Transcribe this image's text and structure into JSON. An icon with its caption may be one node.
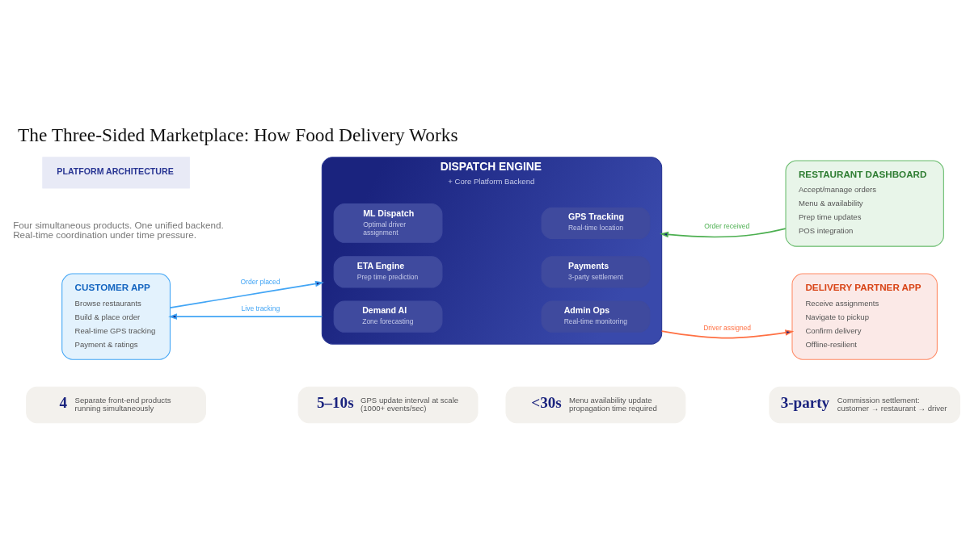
{
  "diagram": {
    "title": "The Three-Sided Marketplace: How Food Delivery Works",
    "nodes": [
      {
        "text": [
          "PLATFORM ARCHITECTURE"
        ]
      },
      {
        "text": [
          "CUSTOMER APP",
          "Browse restaurants",
          "Build & place order",
          "Real-time GPS tracking",
          "Payment & ratings"
        ]
      },
      {
        "text": [
          "DISPATCH ENGINE",
          "+ Core Platform Backend"
        ]
      },
      {
        "text": [
          "ML Dispatch",
          "Optimal driver assignment"
        ],
        "in": 2
      },
      {
        "text": [
          "GPS Tracking",
          "Real-time location"
        ],
        "in": 2
      },
      {
        "text": [
          "ETA Engine",
          "Prep time prediction"
        ],
        "in": 2
      },
      {
        "text": [
          "Payments",
          "3-party settlement"
        ],
        "in": 2
      },
      {
        "text": [
          "Demand AI",
          "Zone forecasting"
        ],
        "in": 2
      },
      {
        "text": [
          "Admin Ops",
          "Real-time monitoring"
        ],
        "in": 2
      },
      {
        "text": [
          "RESTAURANT DASHBOARD",
          "Accept/manage orders",
          "Menu & availability",
          "Prep time updates",
          "POS integration"
        ]
      },
      {
        "text": [
          "DELIVERY PARTNER APP",
          "Receive assignments",
          "Navigate to pickup",
          "Confirm delivery",
          "Offline-resilient"
        ]
      },
      {
        "text": [
          "4",
          "Separate front-end products running simultaneously"
        ]
      },
      {
        "text": [
          "5–10s",
          "GPS update interval at scale (1000+ events/sec)"
        ]
      },
      {
        "text": [
          "<30s",
          "Menu availability update propagation time required"
        ]
      },
      {
        "text": [
          "3-party",
          "Commission settlement: customer → restaurant → driver"
        ]
      }
    ],
    "edges": [
      {
        "from": 1,
        "to": 2,
        "arrow": "to",
        "label": "Order placed",
        "color": "#42a5f5"
      },
      {
        "from": 2,
        "to": 1,
        "arrow": "to",
        "label": "Live tracking",
        "color": "#42a5f5"
      },
      {
        "from": 9,
        "to": 2,
        "arrow": "to",
        "label": "Order received",
        "color": "#4caf50"
      },
      {
        "from": 2,
        "to": 10,
        "arrow": "to",
        "label": "Driver assigned",
        "color": "#ff7043"
      }
    ],
    "labels": [
      "Four simultaneous products. One unified backend. Real-time coordination under time pressure."
    ]
  }
}
